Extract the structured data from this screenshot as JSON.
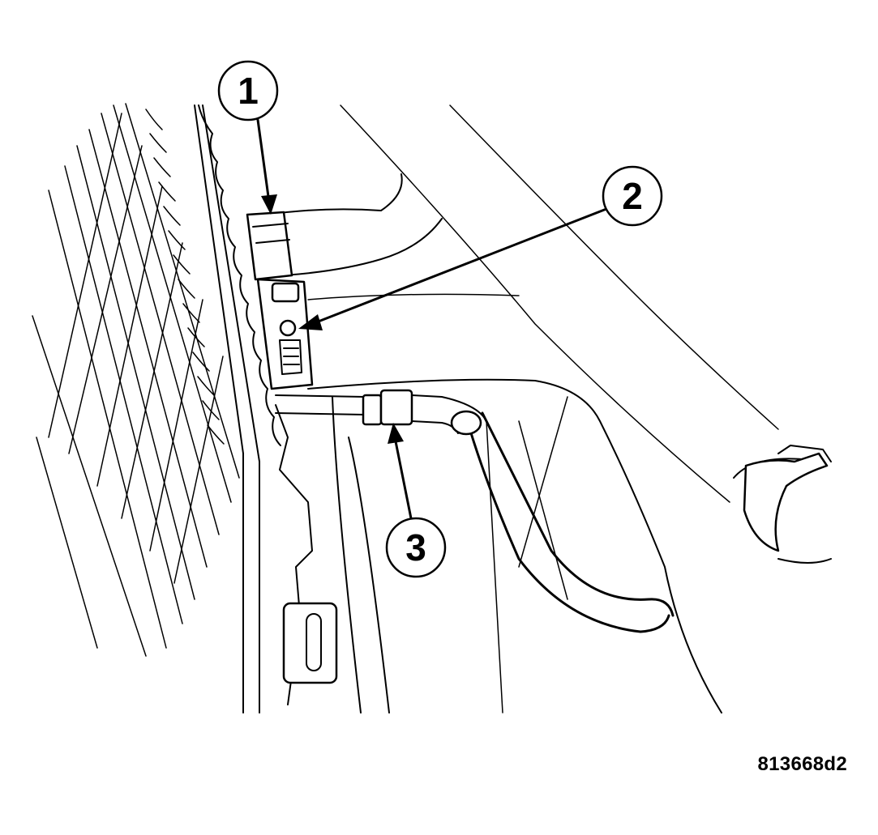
{
  "figure": {
    "id": "813668d2",
    "callouts": [
      {
        "number": "1"
      },
      {
        "number": "2"
      },
      {
        "number": "3"
      }
    ]
  }
}
